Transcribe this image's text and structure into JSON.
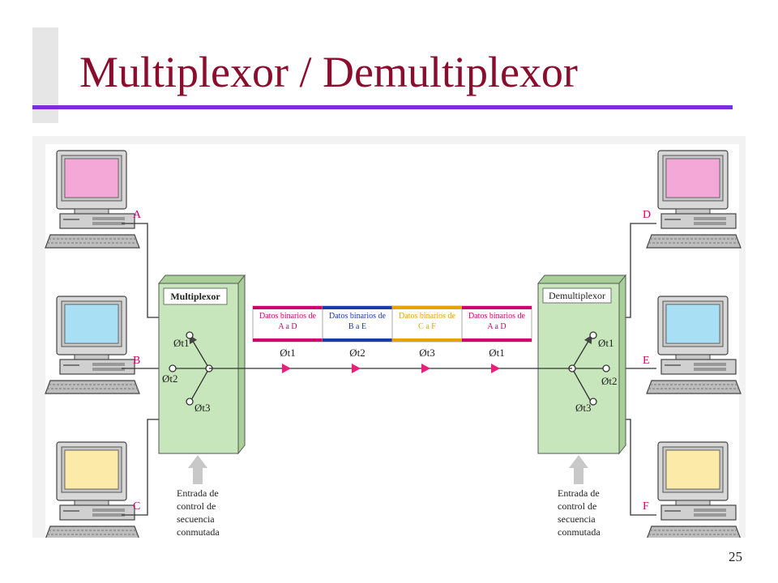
{
  "slide": {
    "title": "Multiplexor / Demultiplexor",
    "page_number": "25"
  },
  "diagram": {
    "multiplexor_label": "Multiplexor",
    "demultiplexor_label": "Demultiplexor",
    "terminals_left": [
      "A",
      "B",
      "C"
    ],
    "terminals_right": [
      "D",
      "E",
      "F"
    ],
    "screen_colors": [
      "#f4a8d8",
      "#a8dff4",
      "#fbeaa8"
    ],
    "packets": [
      {
        "line1": "Datos binarios de",
        "line2": "A a D",
        "color": "#d1006f"
      },
      {
        "line1": "Datos binarios de",
        "line2": "B a E",
        "color": "#1a3aa8"
      },
      {
        "line1": "Datos binarios de",
        "line2": "C a F",
        "color": "#e6a200"
      },
      {
        "line1": "Datos binarios de",
        "line2": "A a D",
        "color": "#d1006f"
      }
    ],
    "slots": [
      "Øt1",
      "Øt2",
      "Øt3",
      "Øt1"
    ],
    "switch_labels": [
      "Øt1",
      "Øt2",
      "Øt3"
    ],
    "control_label_left": [
      "Entrada de",
      "control de",
      "secuencia",
      "conmutada"
    ],
    "control_label_right": [
      "Entrada de",
      "control de",
      "secuencia",
      "conmutada"
    ],
    "colors": {
      "box_fill": "#c7e6bb",
      "box_side": "#a8cf98",
      "arrow": "#e8207c",
      "title": "#8b0d2e",
      "rule": "#7a2fd6"
    }
  }
}
